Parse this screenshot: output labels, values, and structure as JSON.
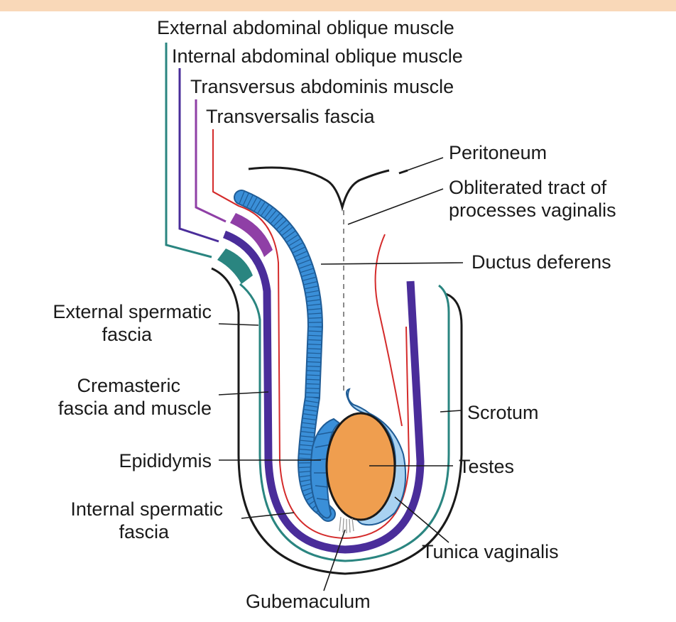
{
  "labels": {
    "external_oblique": "External abdominal oblique muscle",
    "internal_oblique": "Internal abdominal oblique muscle",
    "transversus": "Transversus abdominis muscle",
    "transversalis": "Transversalis fascia",
    "peritoneum": "Peritoneum",
    "obliterated_1": "Obliterated tract of",
    "obliterated_2": "processes vaginalis",
    "ductus": "Ductus deferens",
    "ext_spermatic_1": "External spermatic",
    "ext_spermatic_2": "fascia",
    "cremasteric_1": "Cremasteric",
    "cremasteric_2": "fascia and muscle",
    "epididymis": "Epididymis",
    "int_spermatic_1": "Internal spermatic",
    "int_spermatic_2": "fascia",
    "scrotum": "Scrotum",
    "testes": "Testes",
    "tunica": "Tunica vaginalis",
    "gubernaculum": "Gubemaculum"
  },
  "colors": {
    "banner": "#f9d8b8",
    "external_oblique": "#2a8580",
    "internal_oblique": "#4a2d9a",
    "transversus": "#8f3fa6",
    "transversalis": "#d42b2b",
    "ductus_deferens": "#3a8fd8",
    "tunica_vaginalis": "#a9d2f1",
    "testes": "#ef9e4f"
  }
}
